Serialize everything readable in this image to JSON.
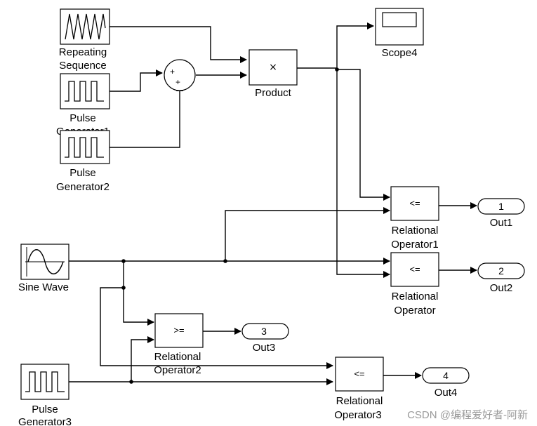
{
  "blocks": {
    "repeating_sequence": {
      "label_line1": "Repeating",
      "label_line2": "Sequence"
    },
    "pulse_generator1": {
      "label_line1": "Pulse",
      "label_line2": "Generator1"
    },
    "pulse_generator2": {
      "label_line1": "Pulse",
      "label_line2": "Generator2"
    },
    "sum": {
      "sign1": "+",
      "sign2": "+"
    },
    "product": {
      "label": "Product",
      "symbol": "×"
    },
    "scope4": {
      "label": "Scope4"
    },
    "sine_wave": {
      "label": "Sine Wave"
    },
    "rel_op1": {
      "op": "<=",
      "label_line1": "Relational",
      "label_line2": "Operator1"
    },
    "rel_op": {
      "op": "<=",
      "label_line1": "Relational",
      "label_line2": "Operator"
    },
    "rel_op2": {
      "op": ">=",
      "label_line1": "Relational",
      "label_line2": "Operator2"
    },
    "rel_op3": {
      "op": "<=",
      "label_line1": "Relational",
      "label_line2": "Operator3"
    },
    "pulse_generator3": {
      "label_line1": "Pulse",
      "label_line2": "Generator3"
    },
    "out1": {
      "number": "1",
      "label": "Out1"
    },
    "out2": {
      "number": "2",
      "label": "Out2"
    },
    "out3": {
      "number": "3",
      "label": "Out3"
    },
    "out4": {
      "number": "4",
      "label": "Out4"
    }
  },
  "watermark": "CSDN @编程爱好者-阿新"
}
